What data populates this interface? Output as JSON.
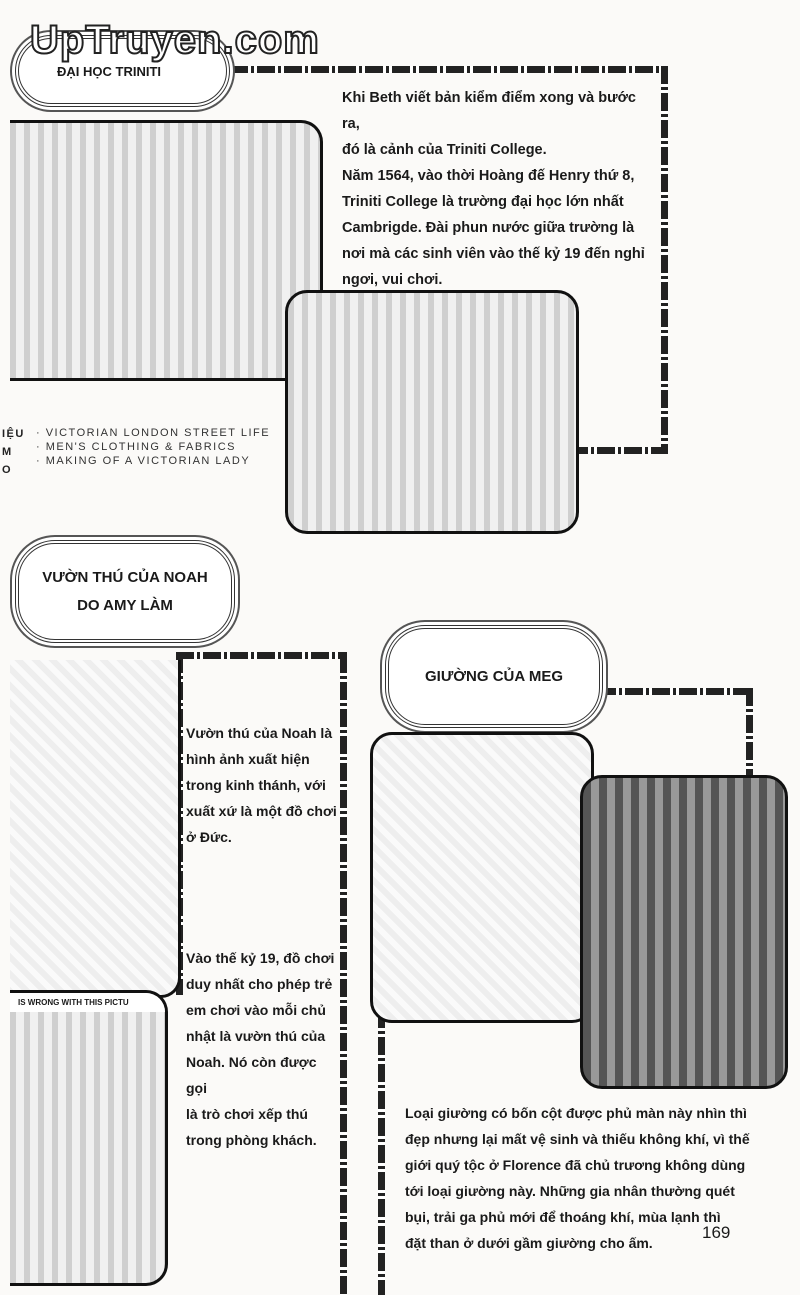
{
  "watermark": "UpTruyen.com",
  "section1": {
    "title": "ĐẠI HỌC TRINITI",
    "text": "Khi Beth viết bản kiểm điểm xong và bước ra,\nđó là cảnh của Triniti College.\nNăm 1564, vào thời Hoàng đế Henry thứ 8,\nTriniti College là trường đại học lớn nhất\nCambrigde. Đài phun nước giữa trường là\nnơi mà các sinh viên vào thế kỷ 19 đến nghỉ\nngơi, vui chơi."
  },
  "references": {
    "side_fragments": [
      "IỆU",
      "M",
      "O"
    ],
    "items": [
      "· VICTORIAN LONDON STREET LIFE",
      "· MEN'S CLOTHING & FABRICS",
      "· MAKING OF A VICTORIAN LADY"
    ]
  },
  "section2": {
    "title": "VƯỜN THÚ CỦA NOAH\nDO AMY LÀM",
    "text1": "Vườn thú của Noah là\nhình ảnh xuất hiện\ntrong kinh thánh, với\nxuất xứ là một đồ chơi\nở Đức.",
    "text2": "Vào thế kỷ 19, đồ chơi\nduy nhất cho phép trẻ\nem chơi vào mỗi chủ\nnhật là vườn thú của\nNoah. Nó còn được gọi\nlà trò chơi xếp thú\ntrong phòng khách.",
    "picture_caption": "IS WRONG WITH THIS PICTU"
  },
  "section3": {
    "title": "GIƯỜNG CỦA MEG",
    "text": "Loại giường có bốn cột được phủ màn này nhìn thì\nđẹp nhưng lại mất vệ sinh và thiếu không khí, vì thế\ngiới quý tộc ở Florence đã chủ trương không dùng\ntới loại giường này. Những gia nhân thường quét\nbụi, trải ga phủ mới để thoáng khí, mùa lạnh thì\nđặt than ở dưới gầm giường cho ấm."
  },
  "page_number": "169"
}
